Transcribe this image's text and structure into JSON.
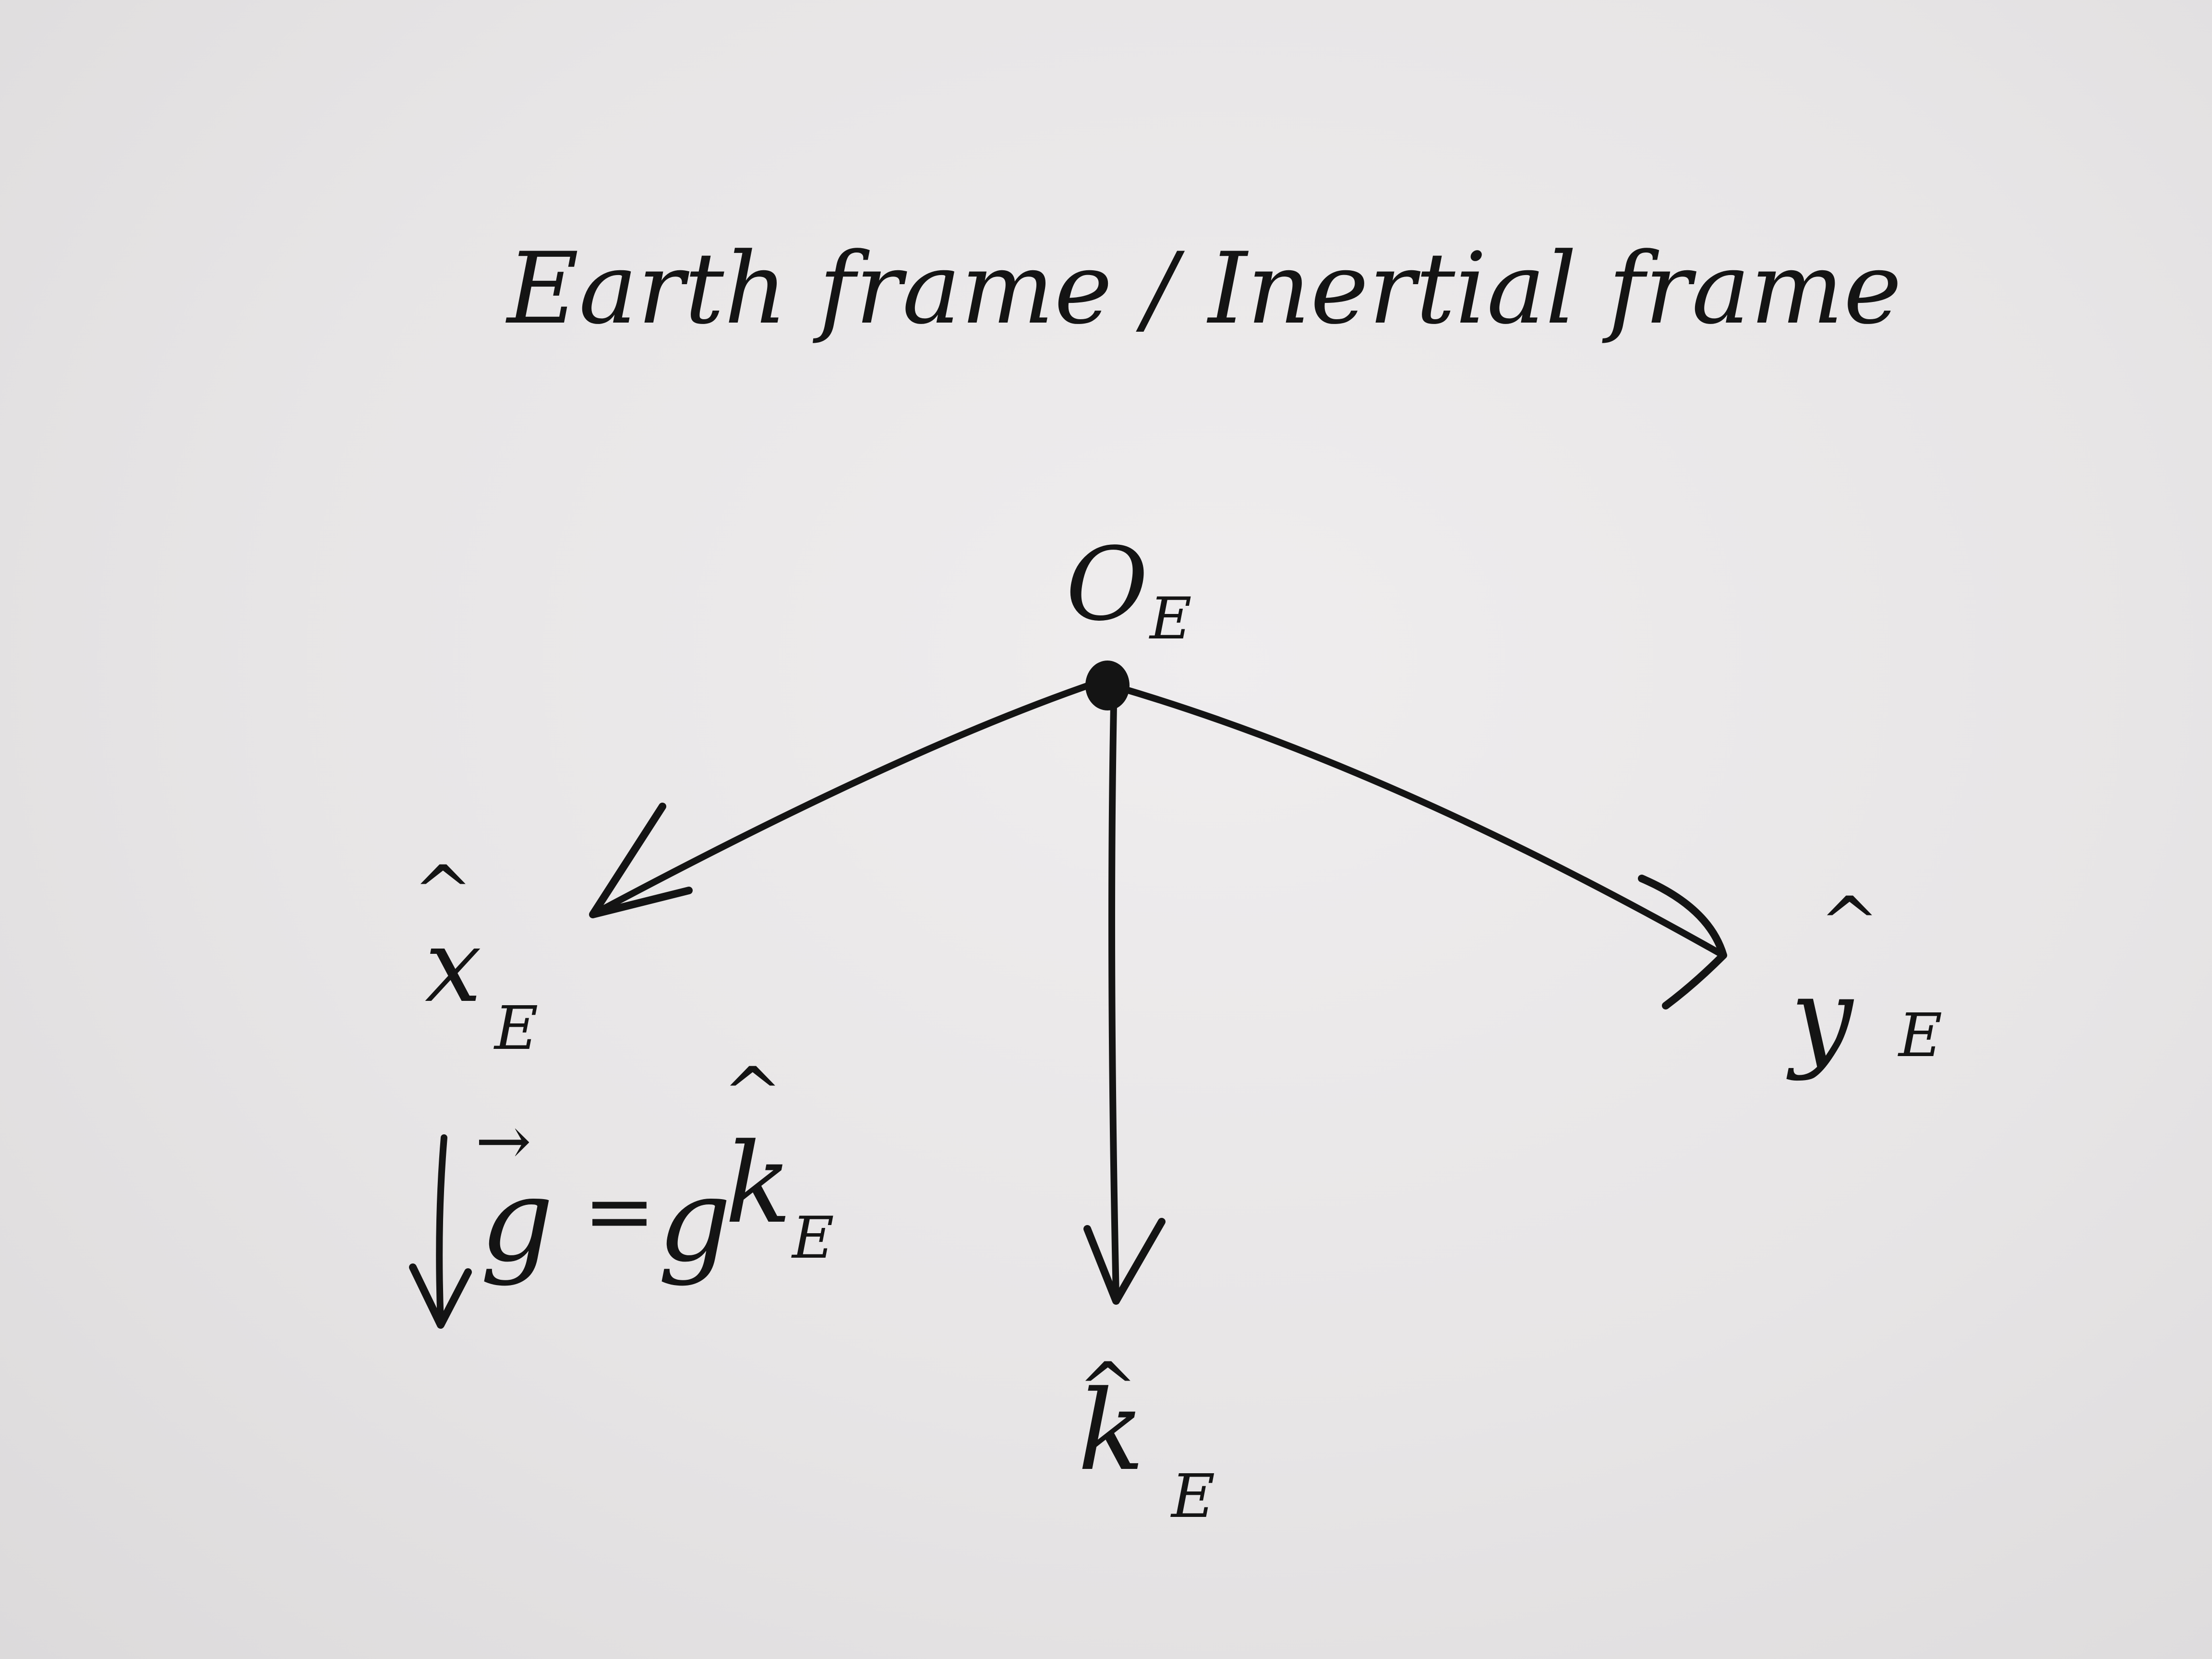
{
  "diagram": {
    "title": "Earth frame / Inertial frame",
    "origin": {
      "symbol": "O",
      "subscript": "E"
    },
    "axes": [
      {
        "id": "x",
        "symbol": "x",
        "hat": "^",
        "subscript": "E"
      },
      {
        "id": "y",
        "symbol": "y",
        "hat": "^",
        "subscript": "E"
      },
      {
        "id": "k",
        "symbol": "k",
        "hat": "^",
        "subscript": "E"
      }
    ],
    "gravity": {
      "symbol": "g",
      "vector_mark": "→",
      "equals": "=",
      "magnitude": "g",
      "direction": {
        "symbol": "k",
        "hat": "^",
        "subscript": "E"
      }
    },
    "colors": {
      "ink": "#141414",
      "paper": "#e8e6e7"
    }
  }
}
